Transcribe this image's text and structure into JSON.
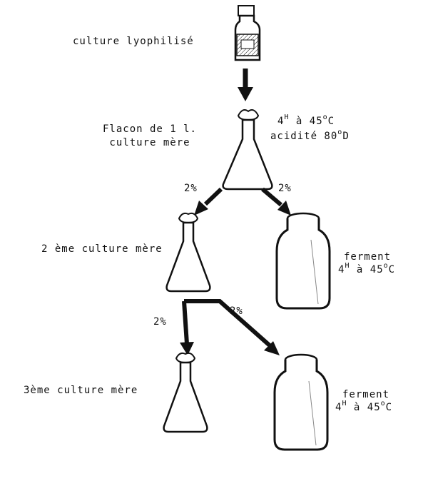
{
  "labels": {
    "lyophilise": "culture lyophilisé",
    "flacon_line1": "Flacon de 1 l.",
    "flacon_line2": "culture mère",
    "cond1_hours": "4",
    "cond1_h_sup": "H",
    "cond1_temp": "à 45",
    "cond1_deg_sup": "o",
    "cond1_c": "C",
    "acidite": "acidité 80",
    "acidite_sup": "o",
    "acidite_d": "D",
    "pct_left_1": "2%",
    "pct_right_1": "2%",
    "second_culture": "2 ème culture mère",
    "ferment1": "ferment",
    "ferment1_hours": "4",
    "ferment1_h_sup": "H",
    "ferment1_temp": "à 45",
    "ferment1_deg_sup": "o",
    "ferment1_c": "C",
    "pct_left_2": "2%",
    "pct_right_2": "2%",
    "third_culture": "3ème culture mère",
    "ferment2": "ferment",
    "ferment2_hours": "4",
    "ferment2_h_sup": "H",
    "ferment2_temp": "à 45",
    "ferment2_deg_sup": "o",
    "ferment2_c": "C"
  },
  "colors": {
    "ink": "#111111",
    "paper": "#ffffff"
  },
  "icons": [
    "vial-icon",
    "erlenmeyer-flask-icon",
    "milk-bottle-icon",
    "arrow-icon"
  ]
}
